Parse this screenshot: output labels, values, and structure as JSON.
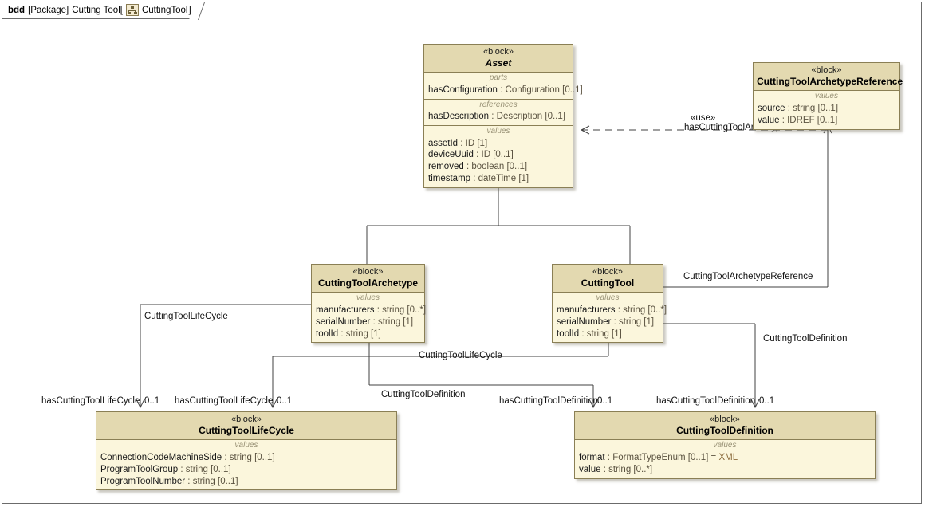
{
  "diagram": {
    "header": {
      "kind": "bdd",
      "scope": "[Package]",
      "package_name": "Cutting Tool[",
      "icon": "package-diagram-icon",
      "element_name": "CuttingTool",
      "suffix": "]"
    }
  },
  "blocks": {
    "asset": {
      "stereotype": "«block»",
      "name": "Asset",
      "abstract": true,
      "compartments": [
        {
          "label": "parts",
          "properties": [
            {
              "name": "hasConfiguration",
              "sep": " : ",
              "type": "Configuration [0..1]"
            }
          ]
        },
        {
          "label": "references",
          "properties": [
            {
              "name": "hasDescription",
              "sep": " : ",
              "type": "Description [0..1]"
            }
          ]
        },
        {
          "label": "values",
          "properties": [
            {
              "name": "assetId",
              "sep": " : ",
              "type": "ID [1]"
            },
            {
              "name": "deviceUuid",
              "sep": " : ",
              "type": "ID [0..1]"
            },
            {
              "name": "removed",
              "sep": " : ",
              "type": "boolean [0..1]"
            },
            {
              "name": "timestamp",
              "sep": " : ",
              "type": "dateTime [1]"
            }
          ]
        }
      ]
    },
    "archetype_reference": {
      "stereotype": "«block»",
      "name": "CuttingToolArchetypeReference",
      "compartments": [
        {
          "label": "values",
          "properties": [
            {
              "name": "source",
              "sep": " : ",
              "type": "string [0..1]"
            },
            {
              "name": "value",
              "sep": " : ",
              "type": "IDREF [0..1]"
            }
          ]
        }
      ]
    },
    "cutting_tool_archetype": {
      "stereotype": "«block»",
      "name": "CuttingToolArchetype",
      "compartments": [
        {
          "label": "values",
          "properties": [
            {
              "name": "manufacturers",
              "sep": " : ",
              "type": "string [0..*]"
            },
            {
              "name": "serialNumber",
              "sep": " : ",
              "type": "string [1]"
            },
            {
              "name": "toolId",
              "sep": " : ",
              "type": "string [1]"
            }
          ]
        }
      ]
    },
    "cutting_tool": {
      "stereotype": "«block»",
      "name": "CuttingTool",
      "compartments": [
        {
          "label": "values",
          "properties": [
            {
              "name": "manufacturers",
              "sep": " : ",
              "type": "string [0..*]"
            },
            {
              "name": "serialNumber",
              "sep": " : ",
              "type": "string [1]"
            },
            {
              "name": "toolId",
              "sep": " : ",
              "type": "string [1]"
            }
          ]
        }
      ]
    },
    "life_cycle": {
      "stereotype": "«block»",
      "name": "CuttingToolLifeCycle",
      "compartments": [
        {
          "label": "values",
          "properties": [
            {
              "name": "ConnectionCodeMachineSide",
              "sep": " : ",
              "type": "string [0..1]"
            },
            {
              "name": "ProgramToolGroup",
              "sep": " : ",
              "type": "string [0..1]"
            },
            {
              "name": "ProgramToolNumber",
              "sep": " : ",
              "type": "string [0..1]"
            }
          ]
        }
      ]
    },
    "definition": {
      "stereotype": "«block»",
      "name": "CuttingToolDefinition",
      "compartments": [
        {
          "label": "values",
          "properties": [
            {
              "name": "format",
              "sep": " : ",
              "type": "FormatTypeEnum [0..1] = ",
              "default": "XML"
            },
            {
              "name": "value",
              "sep": " : ",
              "type": "string [0..*]"
            }
          ]
        }
      ]
    }
  },
  "edge_labels": {
    "use_stereotype": "«use»",
    "has_archetype_reference": "hasCuttingToolArchetypeReference",
    "has_archetype_reference_mult": "0..1",
    "archetype_reference_role": "CuttingToolArchetypeReference",
    "life_cycle_role_left": "CuttingToolLifeCycle",
    "life_cycle_role_mid": "CuttingToolLifeCycle",
    "definition_role_mid": "CuttingToolDefinition",
    "definition_role_right": "CuttingToolDefinition",
    "has_life_cycle_1": "hasCuttingToolLifeCycle",
    "has_life_cycle_1_mult": "0..1",
    "has_life_cycle_2": "hasCuttingToolLifeCycle",
    "has_life_cycle_2_mult": "0..1",
    "has_definition_1": "hasCuttingToolDefinition",
    "has_definition_1_mult": "0..1",
    "has_definition_2": "hasCuttingToolDefinition",
    "has_definition_2_mult": "0..1"
  },
  "colors": {
    "block_header": "#e3d9b0",
    "block_body": "#fbf6dc",
    "block_border": "#8a7f55",
    "line": "#404040",
    "compartment_label": "#9a9377"
  }
}
